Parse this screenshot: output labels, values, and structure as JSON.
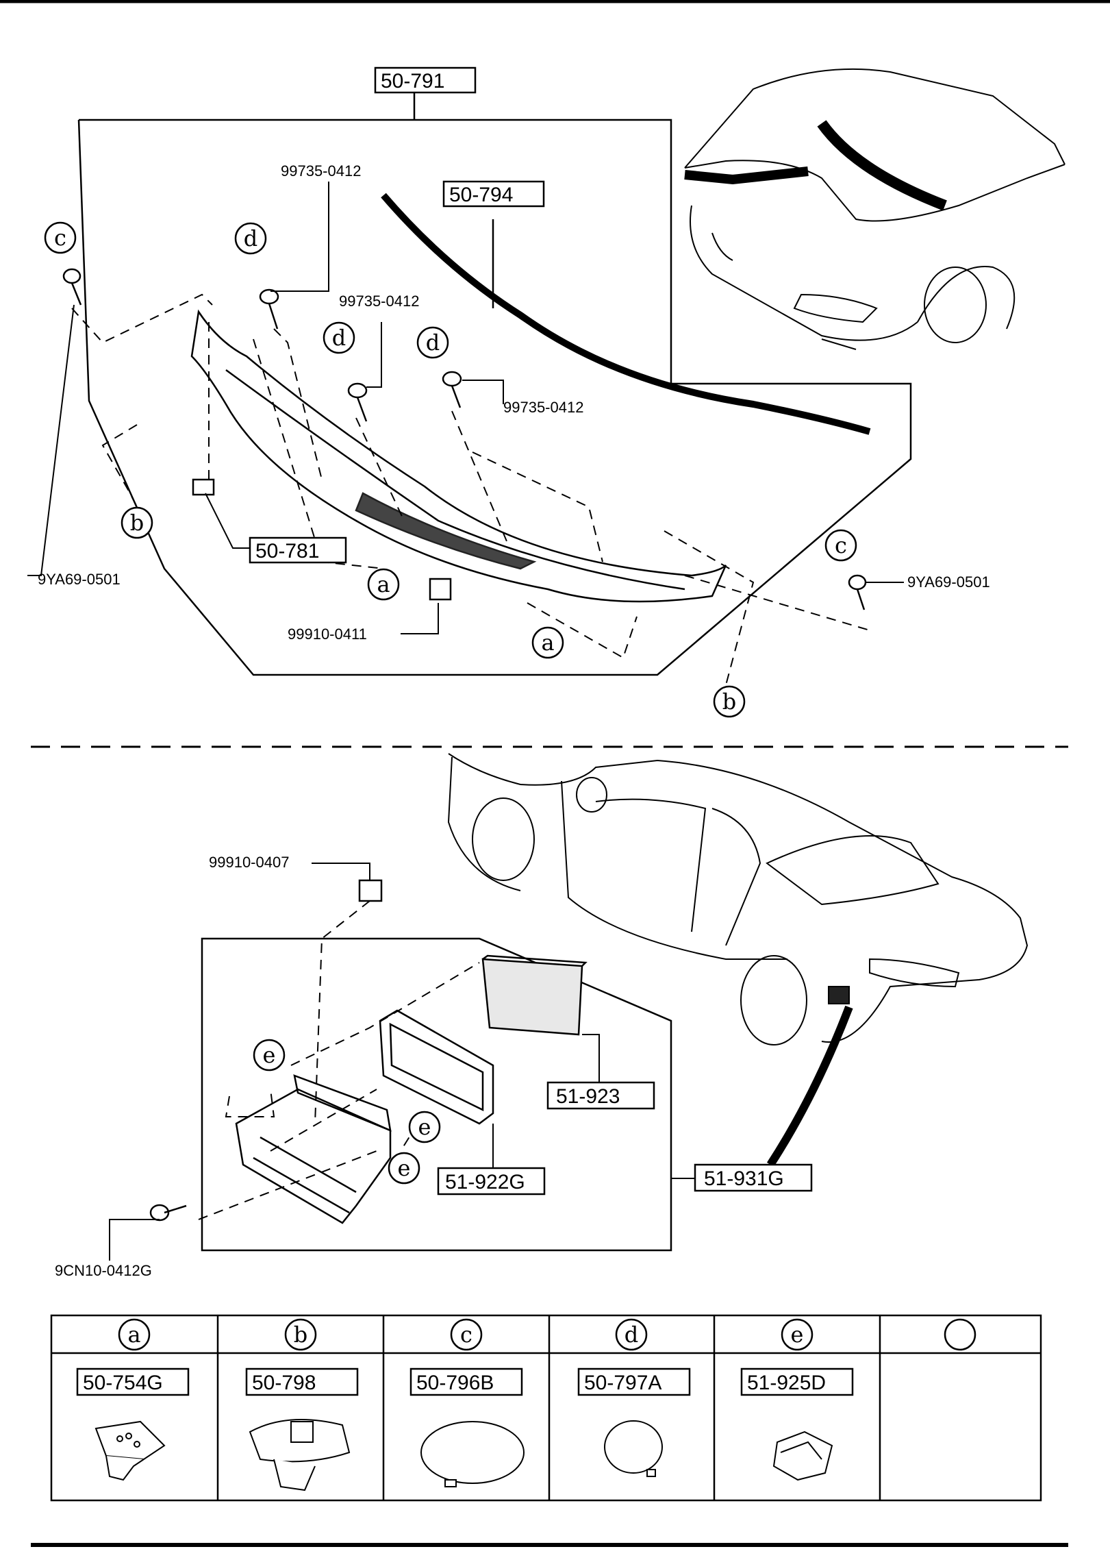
{
  "top_section": {
    "assembly_box": "50-791",
    "weatherstrip_box": "50-794",
    "spacer_box": "50-781",
    "screw_labels": {
      "d_upper": "99735-0412",
      "d_middle": "99735-0412",
      "d_right": "99735-0412",
      "c_left": "9YA69-0501",
      "c_right": "9YA69-0501",
      "nut": "99910-0411"
    },
    "callouts": {
      "c": "c",
      "d": "d",
      "b": "b",
      "a": "a"
    }
  },
  "bottom_section": {
    "nut_label": "99910-0407",
    "screw_label": "9CN10-0412G",
    "flap_box": "51-923",
    "gasket_box": "51-922G",
    "assembly_box": "51-931G",
    "callout_e": "e"
  },
  "legend_table": {
    "columns": [
      {
        "key": "a",
        "part": "50-754G"
      },
      {
        "key": "b",
        "part": "50-798"
      },
      {
        "key": "c",
        "part": "50-796B"
      },
      {
        "key": "d",
        "part": "50-797A"
      },
      {
        "key": "e",
        "part": "51-925D"
      },
      {
        "key": "",
        "part": ""
      }
    ]
  }
}
